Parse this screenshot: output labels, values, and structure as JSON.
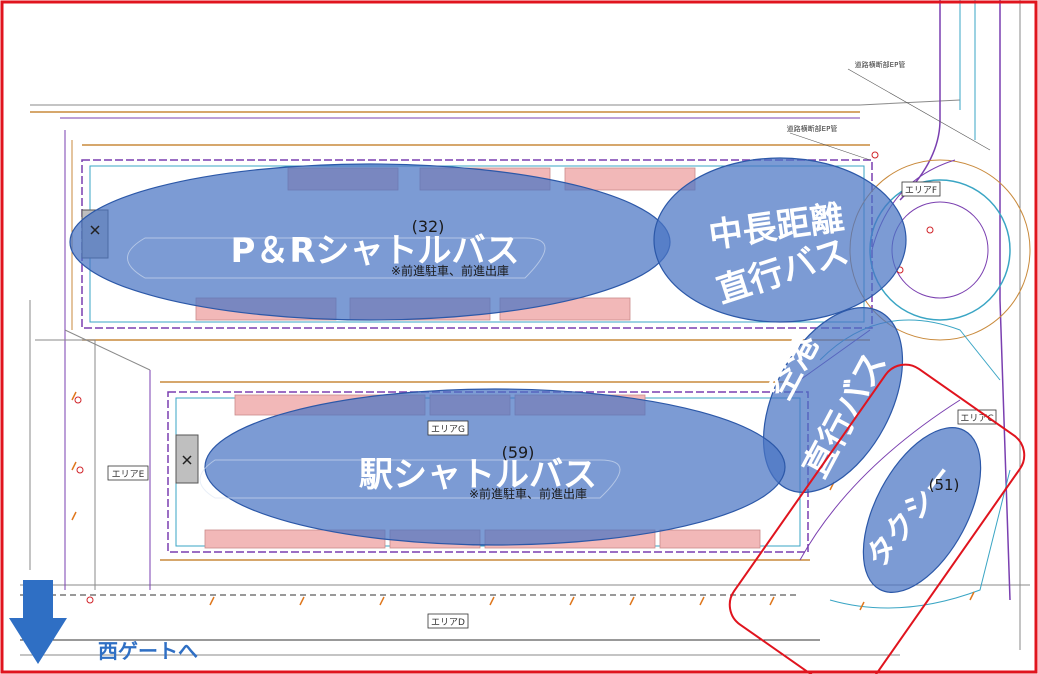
{
  "zones": {
    "pr_shuttle": {
      "label": "P＆Rシャトルバス",
      "count": "(32)",
      "note": "※前進駐車、前進出庫"
    },
    "long_distance": {
      "line1": "中長距離",
      "line2": "直行バス"
    },
    "airport": {
      "line1": "空港",
      "line2": "直行バス"
    },
    "station_shuttle": {
      "label": "駅シャトルバス",
      "count": "(59)",
      "note": "※前進駐車、前進出庫"
    },
    "taxi": {
      "label": "タクシー",
      "count": "(51)"
    }
  },
  "area_labels": {
    "area_f": "エリアF",
    "area_e": "エリアE",
    "area_g": "エリアG",
    "area_d": "エリアD",
    "area_c": "エリアC"
  },
  "plan_notes": {
    "top_right_1": "道路横断部EP管",
    "top_right_2": "道路横断部EP管"
  },
  "gate": {
    "label": "西ゲートへ",
    "arrow_icon": "down-arrow-icon"
  },
  "colors": {
    "frame_red": "#e0141e",
    "zone_fill": "#4a74c4",
    "gate_blue": "#2f6fc4"
  }
}
